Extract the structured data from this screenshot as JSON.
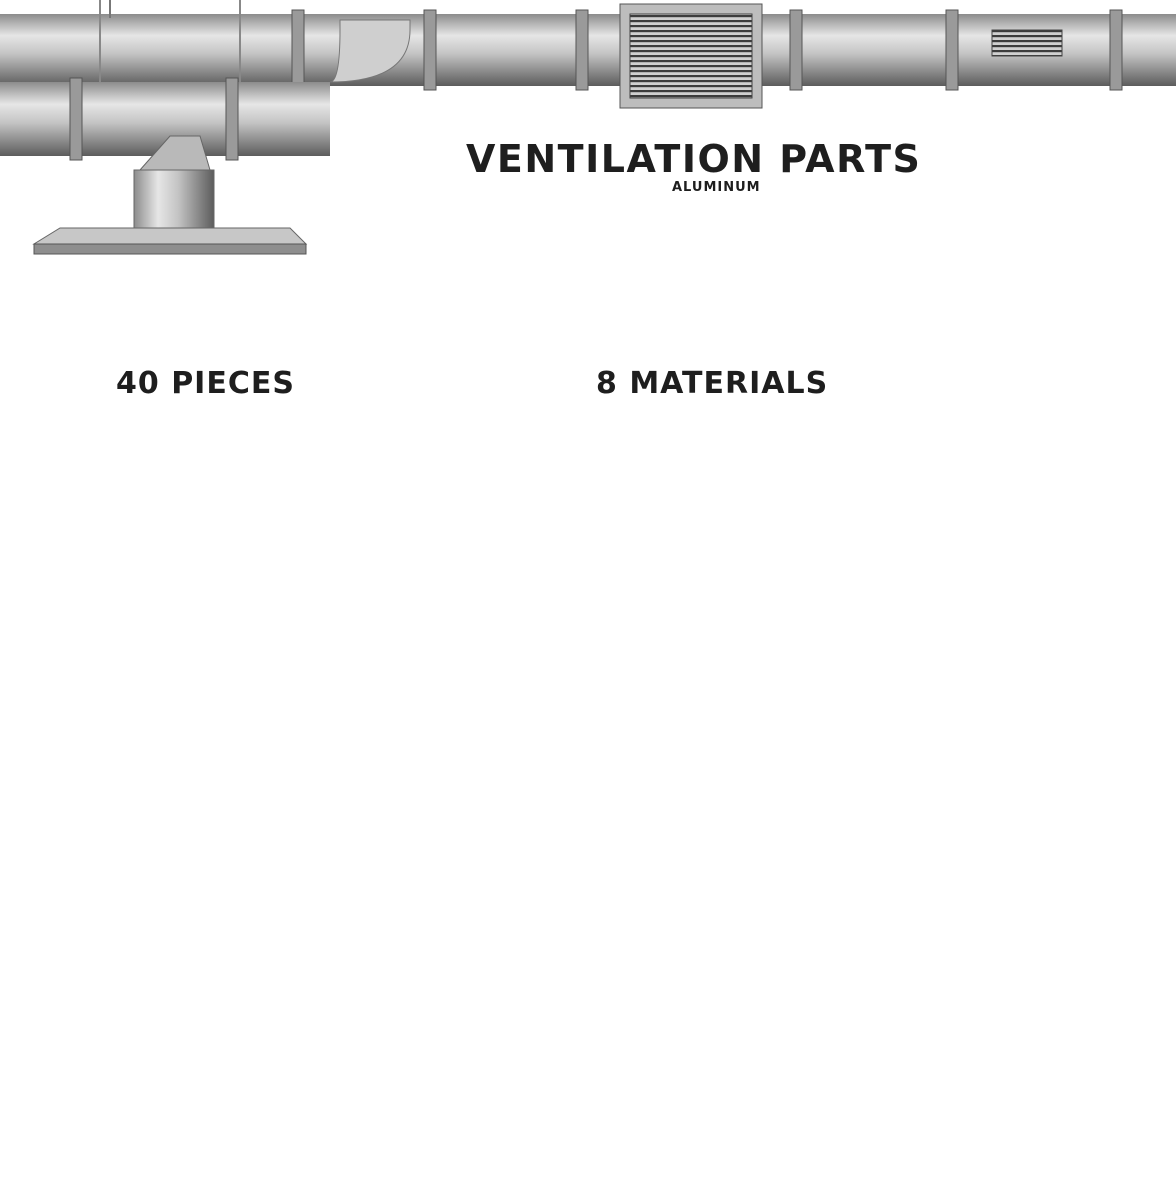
{
  "header": {
    "title": "VENTILATION PARTS",
    "subtitle": "ALUMINUM"
  },
  "stats": {
    "pieces": "40 PIECES",
    "materials": "8 MATERIALS"
  },
  "colors": {
    "metal_light": "#e2e2e2",
    "metal_mid": "#b4b4b4",
    "metal_dark": "#6a6a6a",
    "grille": "#3c3c3c",
    "text": "#1e1e1e",
    "background": "#ffffff"
  }
}
